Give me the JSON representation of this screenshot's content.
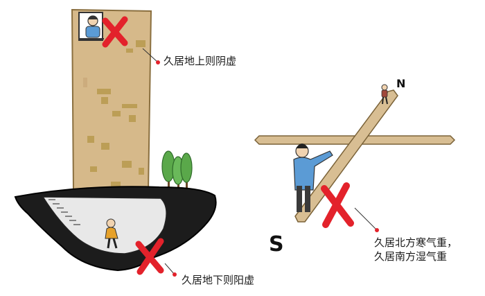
{
  "labels": {
    "top_floor": "久居地上则阴虚",
    "basement": "久居地下则阳虚",
    "north_south_line1": "久居北方寒气重，",
    "north_south_line2": "久居南方湿气重"
  },
  "compass": {
    "north": "N",
    "south": "S"
  },
  "colors": {
    "building": "#d6b98a",
    "building_patch": "#b89a4e",
    "ground": "#1c1c1c",
    "basement": "#e8e8e8",
    "cross": "#e3222b",
    "dot": "#e3222b",
    "compass_bar": "#d8be93",
    "tree": "#5aa84a",
    "shirt": "#5b9bd5"
  },
  "icons": {
    "cross_mark": "red-x-icon",
    "pointer_dot": "red-dot-icon"
  }
}
